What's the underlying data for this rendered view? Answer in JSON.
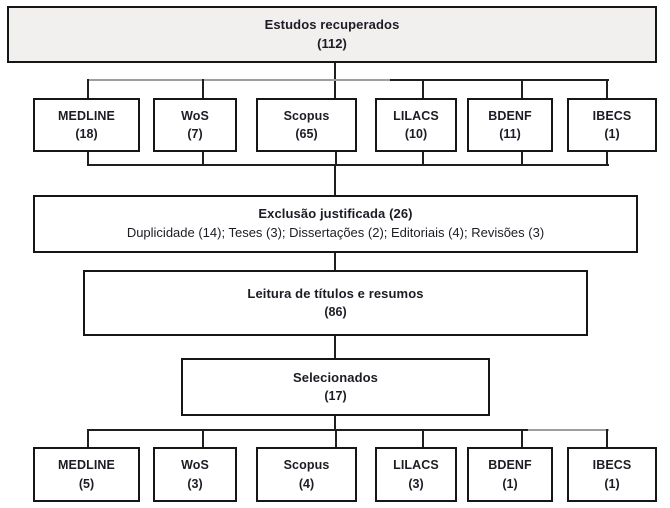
{
  "title_box": {
    "title": "Estudos recuperados",
    "count": "(112)"
  },
  "row_initial": [
    {
      "name": "MEDLINE",
      "count": "(18)"
    },
    {
      "name": "WoS",
      "count": "(7)"
    },
    {
      "name": "Scopus",
      "count": "(65)"
    },
    {
      "name": "LILACS",
      "count": "(10)"
    },
    {
      "name": "BDENF",
      "count": "(11)"
    },
    {
      "name": "IBECS",
      "count": "(1)"
    }
  ],
  "exclusion_box": {
    "title": "Exclusão justificada (26)",
    "detail": "Duplicidade (14); Teses (3); Dissertações (2); Editoriais (4); Revisões (3)"
  },
  "reading_box": {
    "title": "Leitura de títulos e resumos",
    "count": "(86)"
  },
  "selected_box": {
    "title": "Selecionados",
    "count": "(17)"
  },
  "row_selected": [
    {
      "name": "MEDLINE",
      "count": "(5)"
    },
    {
      "name": "WoS",
      "count": "(3)"
    },
    {
      "name": "Scopus",
      "count": "(4)"
    },
    {
      "name": "LILACS",
      "count": "(3)"
    },
    {
      "name": "BDENF",
      "count": "(1)"
    },
    {
      "name": "IBECS",
      "count": "(1)"
    }
  ],
  "palette": {
    "top_box_fill": "#f1f0ef",
    "border": "#161616",
    "line_black": "#1f1f1f",
    "line_gray": "#9e9e9e",
    "background": "#ffffff"
  }
}
